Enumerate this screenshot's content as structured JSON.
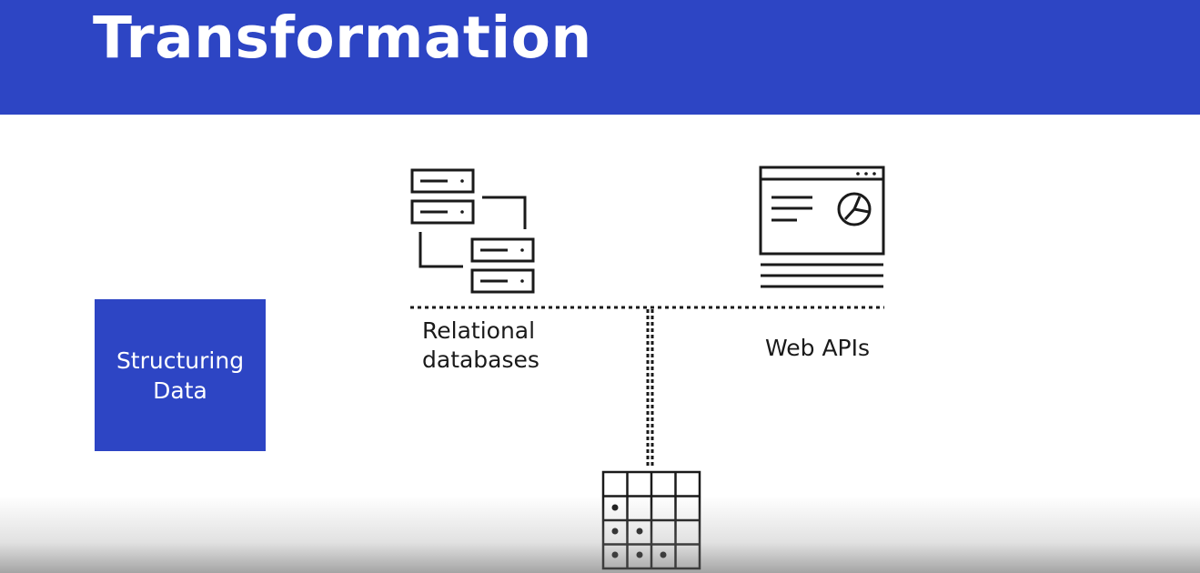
{
  "header": {
    "title": "Transformation"
  },
  "stage": {
    "label": "Structuring Data"
  },
  "sources": [
    {
      "label_line1": "Relational",
      "label_line2": "databases",
      "icon": "server-stack-icon"
    },
    {
      "label": "Web APIs",
      "icon": "browser-window-icon"
    }
  ],
  "output": {
    "icon": "data-grid-icon"
  },
  "colors": {
    "brand": "#2d45c4",
    "text": "#1a1a1a",
    "background": "#ffffff"
  }
}
